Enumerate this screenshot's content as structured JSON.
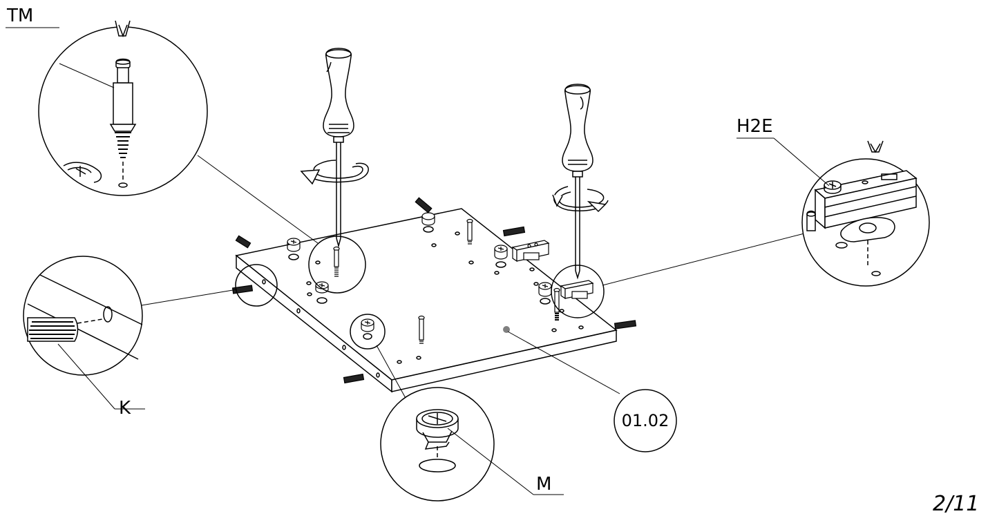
{
  "labels": {
    "tm": "TM",
    "h2e": "H2E",
    "k": "K",
    "m": "M",
    "part_id": "01.02",
    "page_number": "2/11"
  },
  "colors": {
    "line": "#000000",
    "board_top": "#ffffff",
    "board_edge": "#ffffff",
    "dot": "#808080"
  },
  "icons": [
    "screwdriver-icon",
    "rotation-arrow-icon",
    "dowel-icon",
    "cam-lock-icon",
    "cam-bolt-icon",
    "hinge-plate-icon",
    "drill-bit-icon"
  ]
}
